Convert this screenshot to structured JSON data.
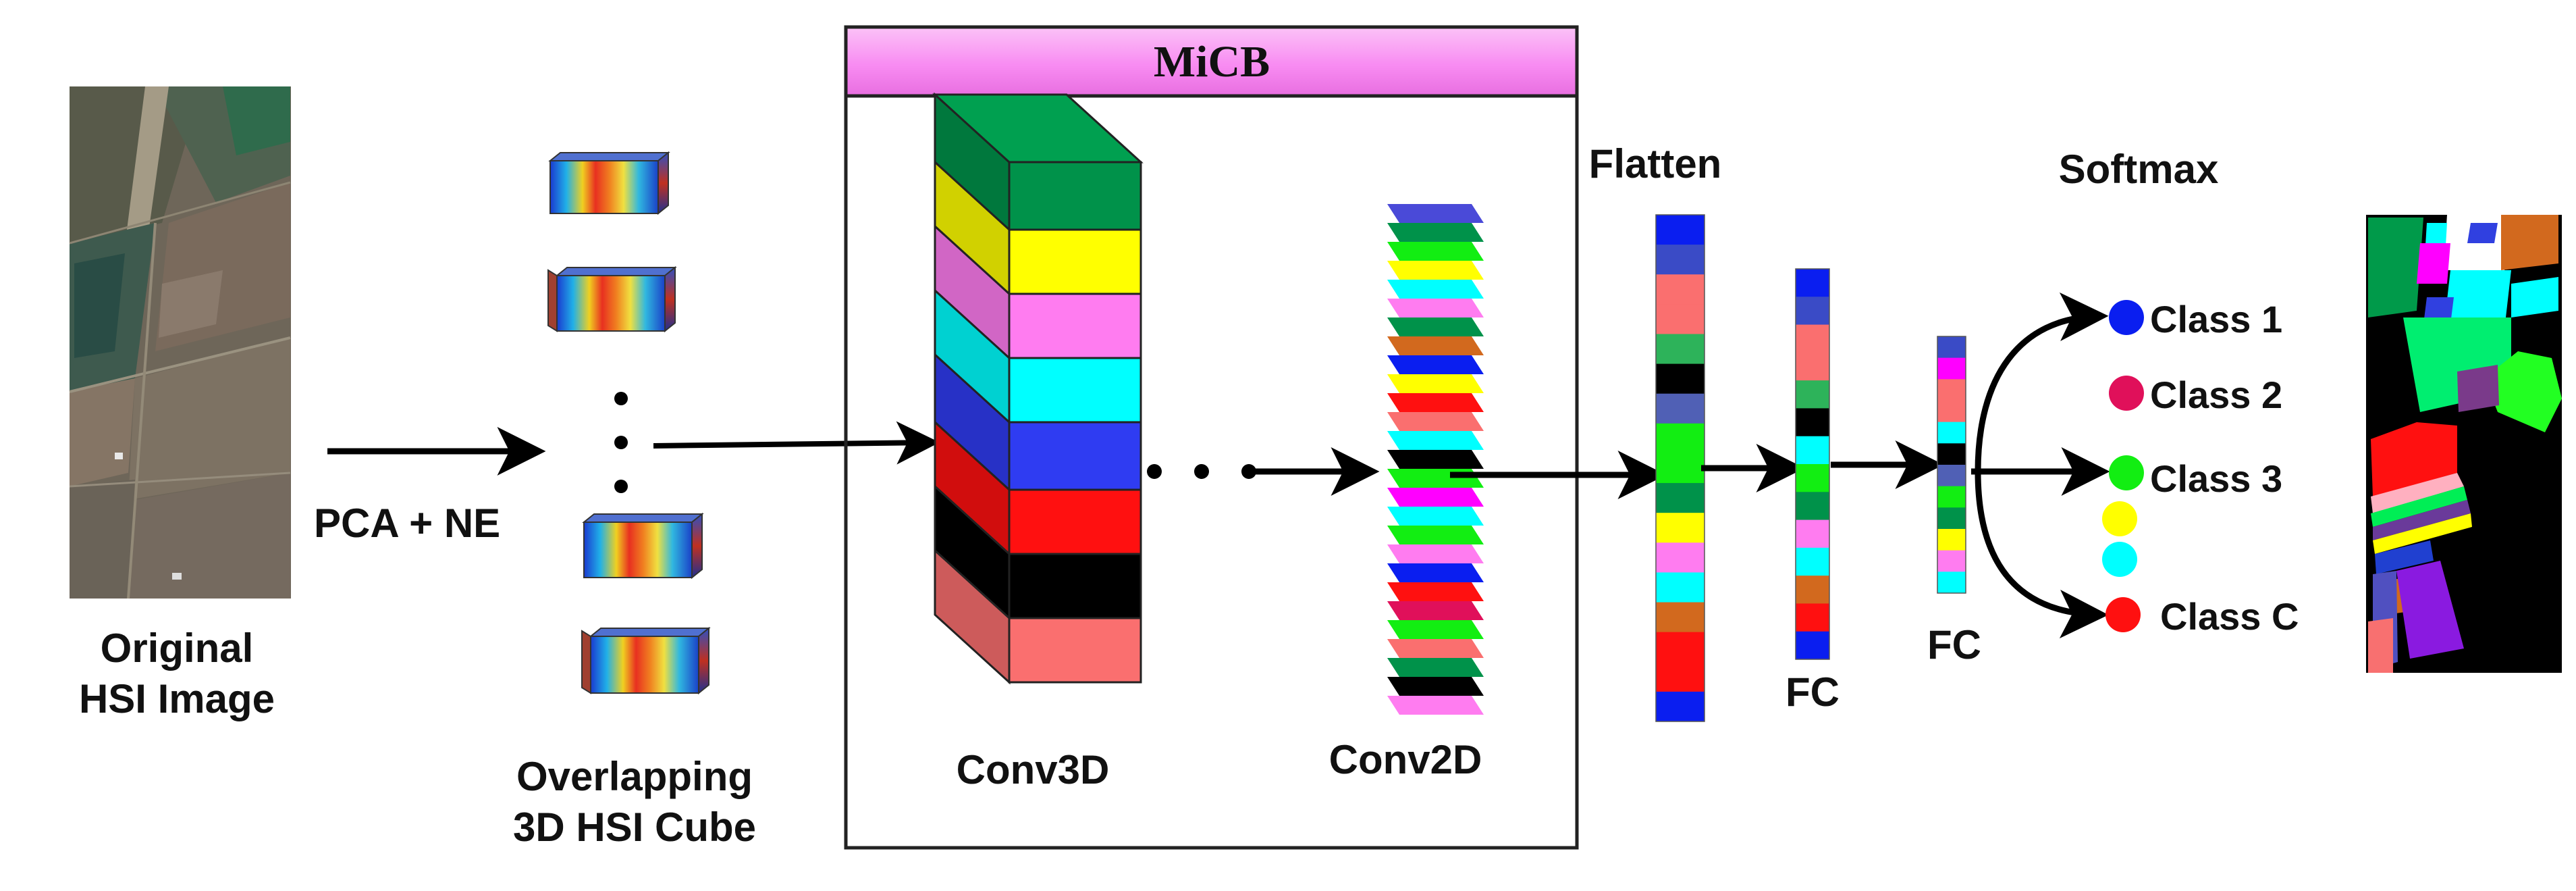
{
  "labels": {
    "original": [
      "Original",
      "HSI Image"
    ],
    "pca_ne": "PCA + NE",
    "overlapping": [
      "Overlapping",
      "3D HSI Cube"
    ],
    "micb": "MiCB",
    "conv3d": "Conv3D",
    "conv2d": "Conv2D",
    "flatten": "Flatten",
    "fc1": "FC",
    "fc2": "FC",
    "softmax": "Softmax"
  },
  "classes": [
    {
      "label": "Class 1",
      "color": "#0a1ef0"
    },
    {
      "label": "Class 2",
      "color": "#e0105a"
    },
    {
      "label": "Class 3",
      "color": "#12ee12"
    },
    {
      "label": "",
      "color": "#ffff00"
    },
    {
      "label": "",
      "color": "#00ffff"
    },
    {
      "label": "Class C",
      "color": "#ff1010"
    }
  ],
  "colors": {
    "micb_header": "#f88cf2",
    "conv3d_layers": [
      "#00924a",
      "#ffff00",
      "#ff7cf0",
      "#00ffff",
      "#2f3cf2",
      "#ff1010",
      "#000000",
      "#fa6f6f"
    ],
    "flatten_strip": [
      "#0a1ef0",
      "#3a4bc6",
      "#fa6f6f",
      "#fa6f6f",
      "#2db35a",
      "#000000",
      "#5060b5",
      "#12ee12",
      "#12ee12",
      "#00924a",
      "#ffff00",
      "#ff7cf0",
      "#00ffff",
      "#d2691e",
      "#ff1010",
      "#ff1010",
      "#0a1ef0"
    ]
  }
}
